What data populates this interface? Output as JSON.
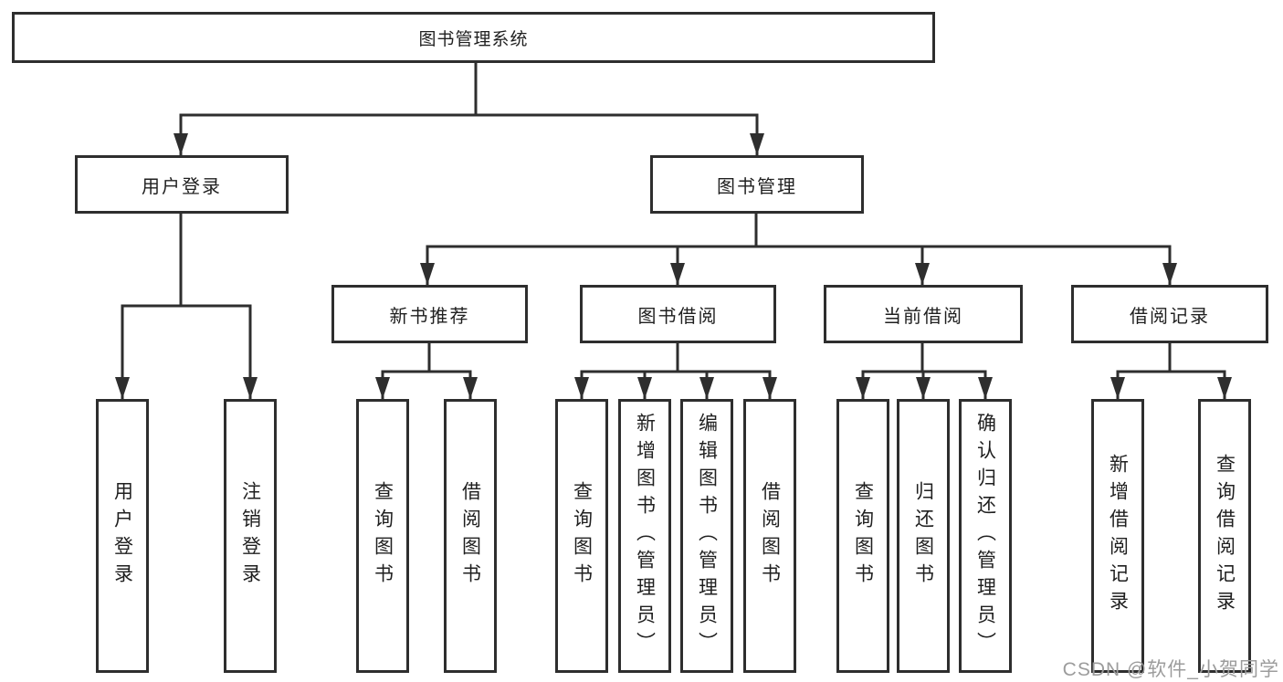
{
  "colors": {
    "line": "#2e2e2e",
    "box_border": "#2e2e2e",
    "text": "#1f1f1f",
    "background": "#ffffff",
    "watermark": "#9c9c9c"
  },
  "diagram": {
    "root": {
      "label": "图书管理系统"
    },
    "level2": [
      {
        "label": "用户登录"
      },
      {
        "label": "图书管理"
      }
    ],
    "level3": [
      {
        "label": "新书推荐"
      },
      {
        "label": "图书借阅"
      },
      {
        "label": "当前借阅"
      },
      {
        "label": "借阅记录"
      }
    ],
    "leaves": {
      "user_login": [
        {
          "label": "用户登录"
        },
        {
          "label": "注销登录"
        }
      ],
      "new_book_recommend": [
        {
          "label": "查询图书"
        },
        {
          "label": "借阅图书"
        }
      ],
      "book_borrow": [
        {
          "label": "查询图书"
        },
        {
          "label": "新增图书（管理员）"
        },
        {
          "label": "编辑图书（管理员）"
        },
        {
          "label": "借阅图书"
        }
      ],
      "current_borrow": [
        {
          "label": "查询图书"
        },
        {
          "label": "归还图书"
        },
        {
          "label": "确认归还（管理员）"
        }
      ],
      "borrow_records": [
        {
          "label": "新增借阅记录"
        },
        {
          "label": "查询借阅记录"
        }
      ]
    }
  },
  "watermark": {
    "text": "CSDN @软件_小贺同学"
  }
}
